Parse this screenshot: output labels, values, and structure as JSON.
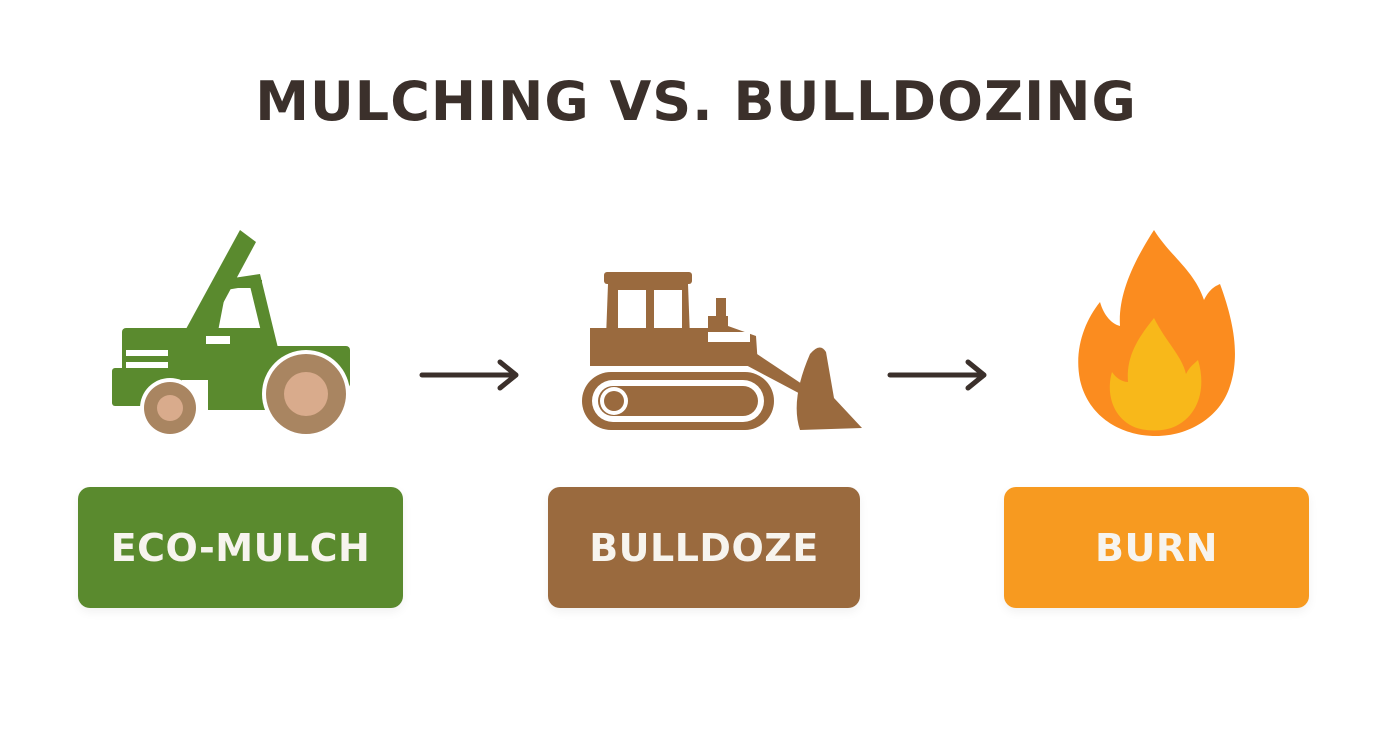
{
  "title": "MULCHING VS. BULLDOZING",
  "colors": {
    "title": "#3b302b",
    "mulch_green": "#5a8a2e",
    "mulch_wheel": "#a98561",
    "mulch_hub": "#d9ab8c",
    "bulldozer_brown": "#9a6a3e",
    "fire_outer": "#fb8c1f",
    "fire_inner": "#f8b81a",
    "burn_orange": "#f79a20",
    "arrow": "#3b302b",
    "label_text": "#f7f4ee"
  },
  "steps": [
    {
      "icon": "mulcher-tractor-icon",
      "label": "ECO-MULCH",
      "color": "#5a8a2e"
    },
    {
      "icon": "bulldozer-icon",
      "label": "BULLDOZE",
      "color": "#9a6a3e"
    },
    {
      "icon": "fire-icon",
      "label": "BURN",
      "color": "#f79a20"
    }
  ]
}
